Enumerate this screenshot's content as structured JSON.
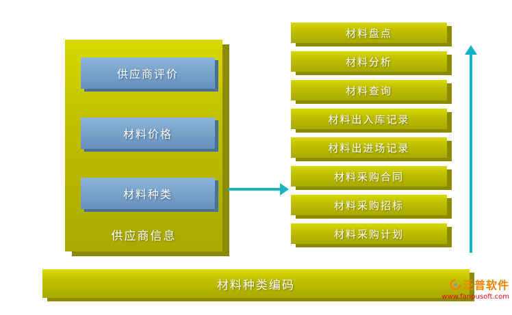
{
  "left_panel": {
    "label": "供应商信息",
    "items": [
      {
        "label": "供应商评价"
      },
      {
        "label": "材料价格"
      },
      {
        "label": "材料种类"
      }
    ]
  },
  "right_stack": {
    "items": [
      {
        "label": "材料盘点"
      },
      {
        "label": "材料分析"
      },
      {
        "label": "材料查询"
      },
      {
        "label": "材料出入库记录"
      },
      {
        "label": "材料出进场记录"
      },
      {
        "label": "材料采购合同"
      },
      {
        "label": "材料采购招标"
      },
      {
        "label": "材料采购计划"
      }
    ]
  },
  "bottom_bar": {
    "label": "材料种类编码"
  },
  "watermark": {
    "brand": "泛普软件",
    "url": "www.fanpusoft.com"
  },
  "icons": {
    "horizontal_arrow": "arrow-right-icon",
    "vertical_arrow": "arrow-up-icon",
    "brand": "swirl-logo-icon"
  },
  "colors": {
    "olive": "#bfbf00",
    "olive_light": "#d8d800",
    "olive_dark": "#8b8b00",
    "blue": "#75a0c8",
    "blue_light": "#8fb5d8",
    "blue_dark": "#4a6f99",
    "arrow": "#17b3c1",
    "brand_orange": "#f08200",
    "brand_red": "#e60012"
  }
}
